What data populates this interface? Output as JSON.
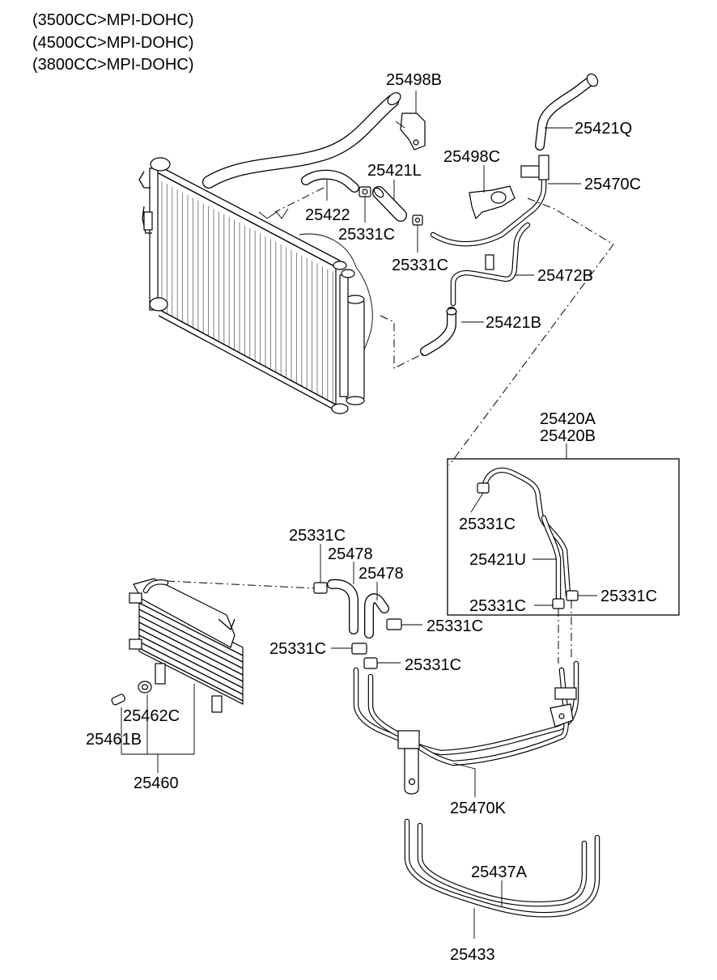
{
  "header": {
    "lines": [
      "(3500CC>MPI-DOHC)",
      "(4500CC>MPI-DOHC)",
      "(3800CC>MPI-DOHC)"
    ]
  },
  "labels": {
    "p25498B": "25498B",
    "p25421Q": "25421Q",
    "p25498C": "25498C",
    "p25421L": "25421L",
    "p25470C": "25470C",
    "p25422": "25422",
    "p25331C_a": "25331C",
    "p25331C_b": "25331C",
    "p25472B": "25472B",
    "p25421B": "25421B",
    "p25420A": "25420A",
    "p25420B": "25420B",
    "p25331C_c": "25331C",
    "p25421U": "25421U",
    "p25331C_d": "25331C",
    "p25331C_e": "25331C",
    "p25331C_f": "25331C",
    "p25478_a": "25478",
    "p25478_b": "25478",
    "p25331C_g": "25331C",
    "p25331C_h": "25331C",
    "p25331C_i": "25331C",
    "p25462C": "25462C",
    "p25461B": "25461B",
    "p25460": "25460",
    "p25470K": "25470K",
    "p25437A": "25437A",
    "p25433": "25433"
  }
}
